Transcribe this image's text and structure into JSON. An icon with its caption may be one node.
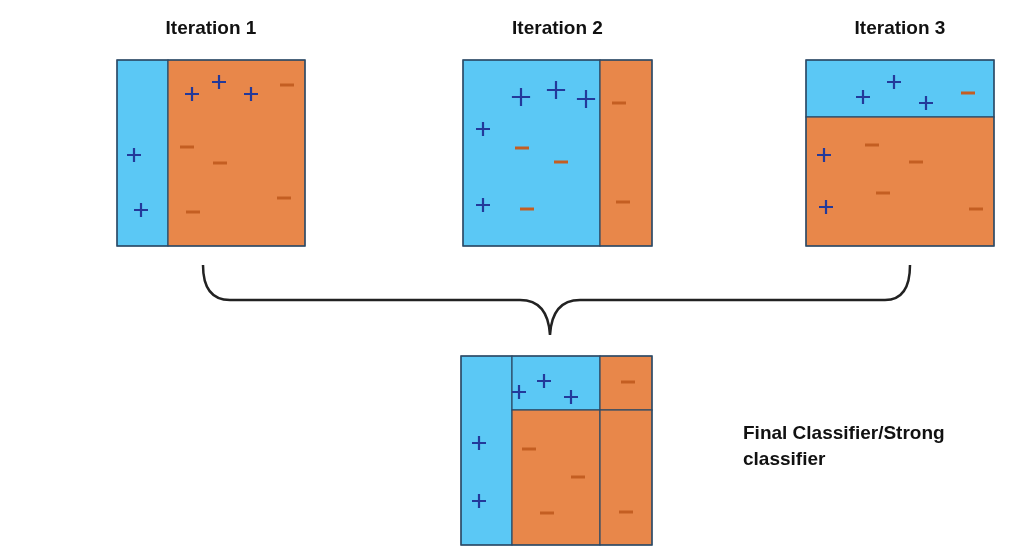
{
  "diagram": {
    "nodes": [
      {
        "text": [
          "Iteration 1"
        ]
      },
      {
        "text": [
          "Iteration 2"
        ]
      },
      {
        "text": [
          "Iteration 3"
        ]
      },
      {
        "text": [],
        "shape": "box"
      }
    ],
    "edges": [],
    "labels": [
      "Final Classifier/Strong classifier"
    ]
  }
}
